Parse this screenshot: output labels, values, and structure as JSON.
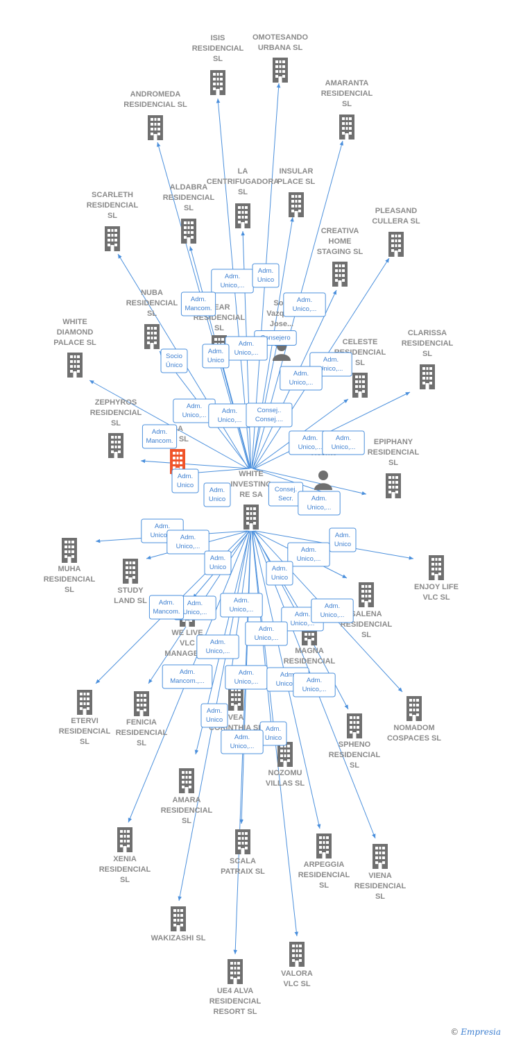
{
  "center": {
    "id": "center",
    "label": [
      "WHITE",
      "INVESTING",
      "RE SA"
    ]
  },
  "colors": {
    "edge": "#4a8fdc",
    "building": "#6f6f6f",
    "building_highlight": "#f0542a",
    "person": "#6f6f6f",
    "label": "#8a8a8a"
  },
  "nodes": [
    {
      "id": "isis",
      "type": "company",
      "label": [
        "ISIS",
        "RESIDENCIAL",
        "SL"
      ]
    },
    {
      "id": "omotesando",
      "type": "company",
      "label": [
        "OMOTESANDO",
        "URBANA  SL"
      ]
    },
    {
      "id": "amaranta",
      "type": "company",
      "label": [
        "AMARANTA",
        "RESIDENCIAL",
        "SL"
      ]
    },
    {
      "id": "andromeda",
      "type": "company",
      "label": [
        "ANDROMEDA",
        "RESIDENCIAL  SL"
      ]
    },
    {
      "id": "centrifugadora",
      "type": "company",
      "label": [
        "LA",
        "CENTRIFUGADORA",
        "SL"
      ]
    },
    {
      "id": "insular",
      "type": "company",
      "label": [
        "INSULAR",
        "PLACE  SL"
      ]
    },
    {
      "id": "aldabra",
      "type": "company",
      "label": [
        "ALDABRA",
        "RESIDENCIAL",
        "SL"
      ]
    },
    {
      "id": "scarleth",
      "type": "company",
      "label": [
        "SCARLETH",
        "RESIDENCIAL",
        "SL"
      ]
    },
    {
      "id": "pleasand",
      "type": "company",
      "label": [
        "PLEASAND",
        "CULLERA  SL"
      ]
    },
    {
      "id": "creativa",
      "type": "company",
      "label": [
        "CREATIVA",
        "HOME",
        "STAGING  SL"
      ]
    },
    {
      "id": "nuba",
      "type": "company",
      "label": [
        "NUBA",
        "RESIDENCIAL",
        "SL"
      ]
    },
    {
      "id": "near",
      "type": "company",
      "label": [
        "NEAR",
        "RESIDENCIAL",
        "SL"
      ]
    },
    {
      "id": "sole",
      "type": "person",
      "label": [
        "Sole",
        "Vazquez",
        "Jose..."
      ]
    },
    {
      "id": "white_diamond",
      "type": "company",
      "label": [
        "WHITE",
        "DIAMOND",
        "PALACE  SL"
      ]
    },
    {
      "id": "celeste",
      "type": "company",
      "label": [
        "CELESTE",
        "RESIDENCIAL",
        "SL"
      ]
    },
    {
      "id": "clarissa",
      "type": "company",
      "label": [
        "CLARISSA",
        "RESIDENCIAL",
        "SL"
      ]
    },
    {
      "id": "zephyros",
      "type": "company",
      "label": [
        "ZEPHYROS",
        "RESIDENCIAL",
        "SL"
      ]
    },
    {
      "id": "ra_se",
      "type": "company",
      "highlight": true,
      "label": [
        "RA",
        "SE  SL"
      ]
    },
    {
      "id": "vicente",
      "type": "person",
      "label": [
        "Vicente"
      ]
    },
    {
      "id": "epiphany",
      "type": "company",
      "label": [
        "EPIPHANY",
        "RESIDENCIAL",
        "SL"
      ]
    },
    {
      "id": "muha",
      "type": "company",
      "label": [
        "MUHA",
        "RESIDENCIAL",
        "SL"
      ]
    },
    {
      "id": "study_land",
      "type": "company",
      "label": [
        "STUDY",
        "LAND  SL"
      ]
    },
    {
      "id": "enjoy_life",
      "type": "company",
      "label": [
        "ENJOY LIFE",
        "VLC  SL"
      ]
    },
    {
      "id": "salena",
      "type": "company",
      "label": [
        "SALENA",
        "RESIDENCIAL",
        "SL"
      ]
    },
    {
      "id": "we_live",
      "type": "company",
      "label": [
        "WE LIVE",
        "VLC",
        "MANAGEME"
      ]
    },
    {
      "id": "magna",
      "type": "company",
      "label": [
        "MAGNA",
        "RESIDENCIAL"
      ]
    },
    {
      "id": "eterv",
      "type": "company",
      "label": [
        "ETERVI",
        "RESIDENCIAL",
        "SL"
      ]
    },
    {
      "id": "fenicia",
      "type": "company",
      "label": [
        "FENICIA",
        "RESIDENCIAL",
        "SL"
      ]
    },
    {
      "id": "nomadom",
      "type": "company",
      "label": [
        "NOMADOM",
        "COSPACES  SL"
      ]
    },
    {
      "id": "vea",
      "type": "company",
      "label": [
        "VEA",
        "CORINTHIA  SL"
      ]
    },
    {
      "id": "spheno",
      "type": "company",
      "label": [
        "SPHENO",
        "RESIDENCIAL",
        "SL"
      ]
    },
    {
      "id": "nozomu",
      "type": "company",
      "label": [
        "NOZOMU",
        "VILLAS  SL"
      ]
    },
    {
      "id": "amara",
      "type": "company",
      "label": [
        "AMARA",
        "RESIDENCIAL",
        "SL"
      ]
    },
    {
      "id": "xenia",
      "type": "company",
      "label": [
        "XENIA",
        "RESIDENCIAL",
        "SL"
      ]
    },
    {
      "id": "scala",
      "type": "company",
      "label": [
        "SCALA",
        "PATRAIX  SL"
      ]
    },
    {
      "id": "arpeggia",
      "type": "company",
      "label": [
        "ARPEGGIA",
        "RESIDENCIAL",
        "SL"
      ]
    },
    {
      "id": "viena",
      "type": "company",
      "label": [
        "VIENA",
        "RESIDENCIAL",
        "SL"
      ]
    },
    {
      "id": "wakizashi",
      "type": "company",
      "label": [
        "WAKIZASHI  SL"
      ]
    },
    {
      "id": "valora",
      "type": "company",
      "label": [
        "VALORA",
        "VLC  SL"
      ]
    },
    {
      "id": "ue4",
      "type": "company",
      "label": [
        "UE4 ALVA",
        "RESIDENCIAL",
        "RESORT  SL"
      ]
    }
  ],
  "edge_labels": [
    {
      "id": "e1",
      "text": [
        "Adm.",
        "Unico,..."
      ]
    },
    {
      "id": "e2",
      "text": [
        "Adm.",
        "Unico"
      ]
    },
    {
      "id": "e3",
      "text": [
        "Adm.",
        "Mancom."
      ]
    },
    {
      "id": "e4",
      "text": [
        "Adm.",
        "Unico,..."
      ]
    },
    {
      "id": "e5",
      "text": [
        "Consejero"
      ]
    },
    {
      "id": "e6",
      "text": [
        "Adm.",
        "Unico,..."
      ]
    },
    {
      "id": "e7",
      "text": [
        "Socio",
        "Único"
      ]
    },
    {
      "id": "e8",
      "text": [
        "Adm.",
        "Unico"
      ]
    },
    {
      "id": "e9",
      "text": [
        "Adm.",
        "Unico,..."
      ]
    },
    {
      "id": "e10",
      "text": [
        "Adm.",
        "Unico,..."
      ]
    },
    {
      "id": "e11",
      "text": [
        "Adm.",
        "Unico,..."
      ]
    },
    {
      "id": "e12",
      "text": [
        "Adm.",
        "Unico,..."
      ]
    },
    {
      "id": "e13",
      "text": [
        "Consej..",
        "Consej...."
      ]
    },
    {
      "id": "e14",
      "text": [
        "Adm.",
        "Mancom."
      ]
    },
    {
      "id": "e15",
      "text": [
        "Adm.",
        "Unico,..."
      ]
    },
    {
      "id": "e16",
      "text": [
        "Adm.",
        "Unico,..."
      ]
    },
    {
      "id": "e17",
      "text": [
        "Adm.",
        "Unico"
      ]
    },
    {
      "id": "e18",
      "text": [
        "Adm.",
        "Unico"
      ]
    },
    {
      "id": "e19",
      "text": [
        "Consej.",
        "Secr."
      ]
    },
    {
      "id": "e20",
      "text": [
        "Adm.",
        "Unico,..."
      ]
    },
    {
      "id": "e21",
      "text": [
        "Adm.",
        "Unico,..."
      ]
    },
    {
      "id": "e22",
      "text": [
        "Adm.",
        "Unico,..."
      ]
    },
    {
      "id": "e23",
      "text": [
        "Adm.",
        "Unico"
      ]
    },
    {
      "id": "e24",
      "text": [
        "Adm.",
        "Unico,..."
      ]
    },
    {
      "id": "e25",
      "text": [
        "Adm.",
        "Unico"
      ]
    },
    {
      "id": "e26",
      "text": [
        "Adm.",
        "Unico"
      ]
    },
    {
      "id": "e27",
      "text": [
        "Adm.",
        "Unico,..."
      ]
    },
    {
      "id": "e28",
      "text": [
        "Adm.",
        "Unico,..."
      ]
    },
    {
      "id": "e29",
      "text": [
        "Adm.",
        "Mancom."
      ]
    },
    {
      "id": "e30",
      "text": [
        "Adm.",
        "Unico,..."
      ]
    },
    {
      "id": "e31",
      "text": [
        "Adm.",
        "Unico,..."
      ]
    },
    {
      "id": "e32",
      "text": [
        "Adm.",
        "Unico,..."
      ]
    },
    {
      "id": "e33",
      "text": [
        "Adm.",
        "Unico,..."
      ]
    },
    {
      "id": "e34",
      "text": [
        "Adm.",
        "Mancom.,..."
      ]
    },
    {
      "id": "e35",
      "text": [
        "Adm.",
        "Unico,..."
      ]
    },
    {
      "id": "e36",
      "text": [
        "Adm.",
        "Unico,..."
      ]
    },
    {
      "id": "e37",
      "text": [
        "Adm.",
        "Unico,..."
      ]
    },
    {
      "id": "e38",
      "text": [
        "Adm.",
        "Unico"
      ]
    },
    {
      "id": "e39",
      "text": [
        "Adm.",
        "Unico"
      ]
    },
    {
      "id": "e40",
      "text": [
        "Adm.",
        "Unico,..."
      ]
    }
  ],
  "footer": {
    "copyright": "©",
    "brand": "Empresia"
  }
}
